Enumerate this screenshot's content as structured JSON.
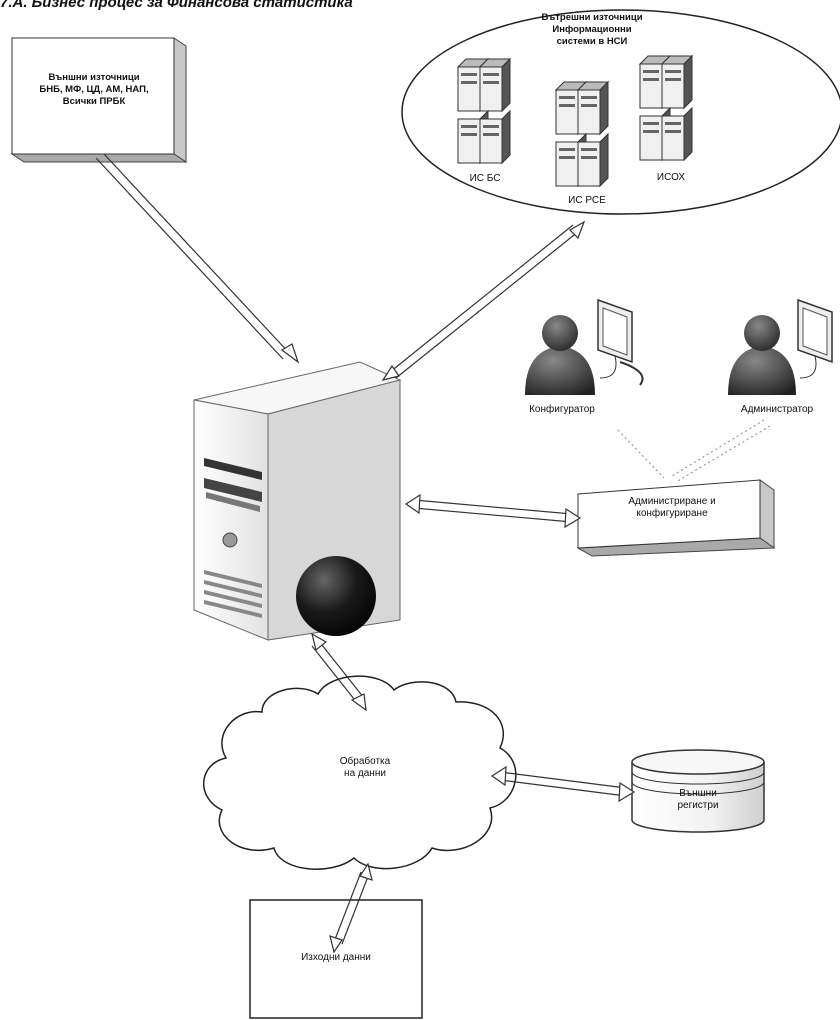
{
  "header": {
    "title": "7.А. Бизнес процес за Финансова статистика"
  },
  "external_sources": {
    "label": "Външни източници\nБНБ, МФ, ЦД, АМ, НАП,\nВсички ПРБК"
  },
  "internal_sources": {
    "label": "Вътрешни източници\nИнформационни\nсистеми в НСИ",
    "systems": [
      "ИС БС",
      "ИС РСЕ",
      "ИСОХ"
    ]
  },
  "users": [
    {
      "label": "Конфигуратор"
    },
    {
      "label": "Администратор"
    }
  ],
  "admin_box": {
    "label": "Администриране и\nконфигуриране"
  },
  "processing": {
    "label": "Обработка\nна данни"
  },
  "registers": {
    "label": "Външни\nрегистри"
  },
  "output": {
    "label": "Изходни данни"
  },
  "colors": {
    "line": "#222222",
    "box_shadow": "#b5b5b5",
    "server_body": "#f4f4f4",
    "server_side": "#d9d9d9",
    "globe": "#111111"
  }
}
